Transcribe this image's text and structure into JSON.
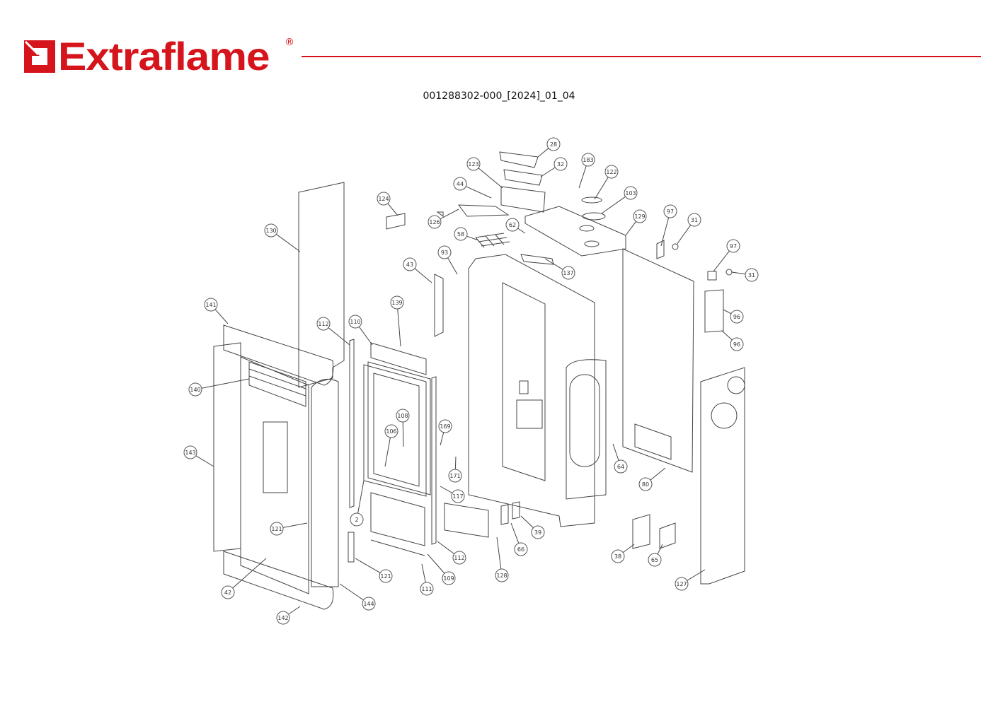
{
  "header": {
    "brand": "Extraflame",
    "registered_mark": "®",
    "document_code": "001288302-000_[2024]_01_04",
    "brand_color": "#d5141c"
  },
  "callouts": [
    "28",
    "32",
    "183",
    "122",
    "123",
    "44",
    "103",
    "124",
    "126",
    "129",
    "97",
    "31",
    "62",
    "58",
    "97",
    "31",
    "130",
    "93",
    "137",
    "43",
    "139",
    "141",
    "112",
    "110",
    "96",
    "96",
    "140",
    "108",
    "169",
    "106",
    "143",
    "64",
    "171",
    "80",
    "117",
    "2",
    "121",
    "39",
    "66",
    "38",
    "112",
    "65",
    "121",
    "109",
    "128",
    "127",
    "111",
    "42",
    "144",
    "142"
  ]
}
